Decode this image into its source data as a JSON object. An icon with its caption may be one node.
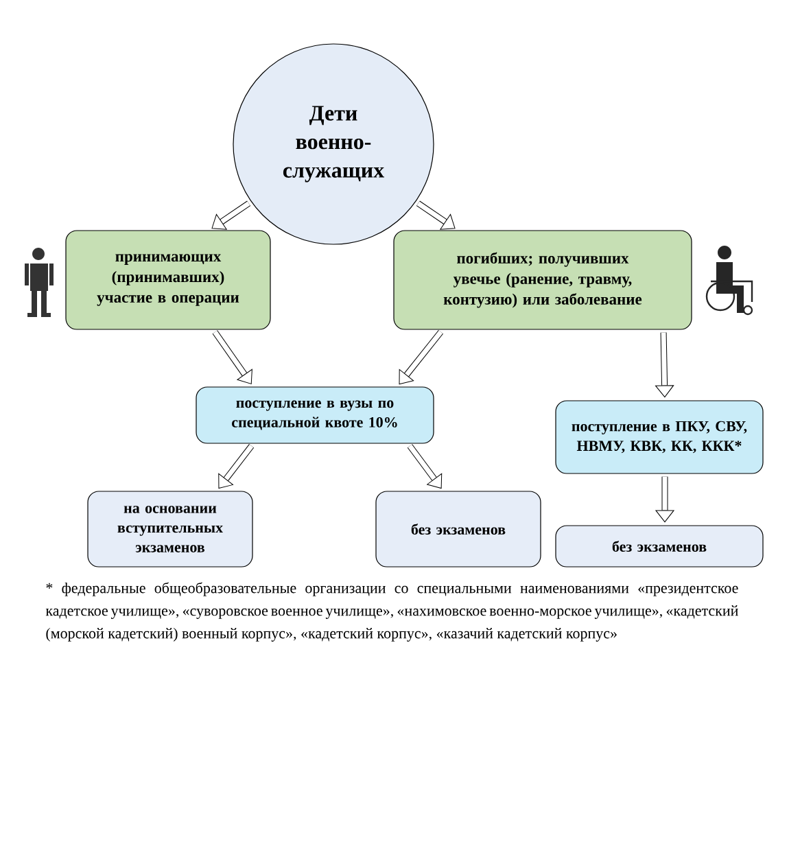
{
  "diagram": {
    "nodes": [
      {
        "text": [
          "Дети военно-служащих"
        ]
      },
      {
        "text": [
          "принимающих (принимавших) участие в операции"
        ]
      },
      {
        "text": [
          "погибших; получивших увечье (ранение, травму, контузию) или заболевание"
        ]
      },
      {
        "text": [
          "поступление в вузы по специальной квоте 10%"
        ]
      },
      {
        "text": [
          "поступление в ПКУ, СВУ, НВМУ, КВК, КК, ККК*"
        ]
      },
      {
        "text": [
          "на основании вступительных экзаменов"
        ]
      },
      {
        "text": [
          "без экзаменов"
        ]
      },
      {
        "text": [
          "без экзаменов"
        ]
      }
    ],
    "edges": [
      {
        "from": 0,
        "to": 1,
        "arrow": "to"
      },
      {
        "from": 0,
        "to": 2,
        "arrow": "to"
      },
      {
        "from": 1,
        "to": 3,
        "arrow": "to"
      },
      {
        "from": 2,
        "to": 3,
        "arrow": "to"
      },
      {
        "from": 2,
        "to": 4,
        "arrow": "to"
      },
      {
        "from": 3,
        "to": 5,
        "arrow": "to"
      },
      {
        "from": 3,
        "to": 6,
        "arrow": "to"
      },
      {
        "from": 4,
        "to": 7,
        "arrow": "to"
      }
    ],
    "labels": [
      "* федеральные общеобразовательные организации со специальными наименованиями «президентское кадетское училище», «суворовское военное училище», «нахимовское военно-морское училище», «кадетский (морской кадетский) военный корпус», «кадетский корпус», «казачий кадетский корпус»"
    ]
  }
}
